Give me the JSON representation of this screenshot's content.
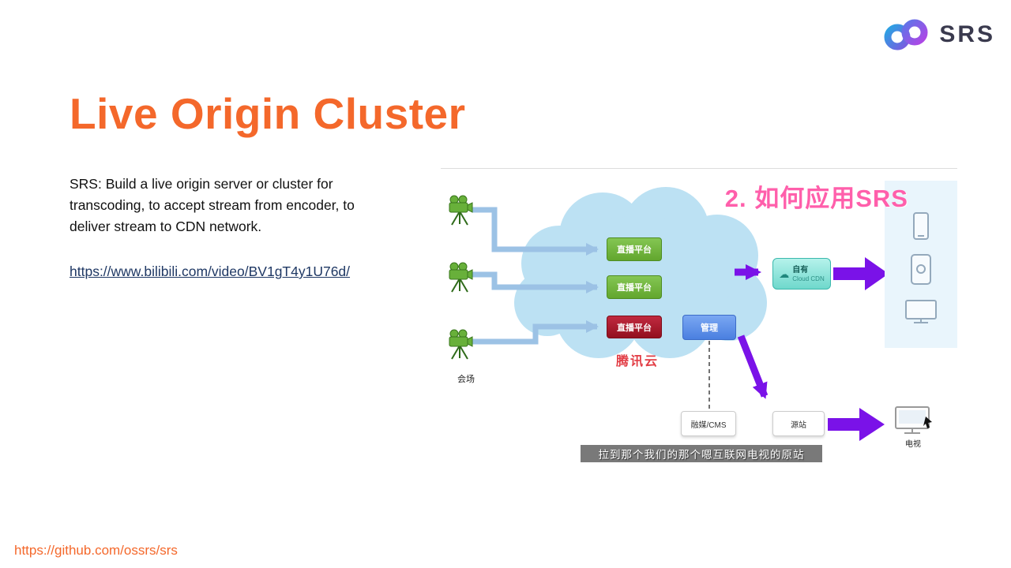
{
  "logo": {
    "brand": "SRS"
  },
  "slide": {
    "title": "Live Origin Cluster",
    "body": "SRS: Build a live origin server or cluster for transcoding, to accept stream from encoder, to deliver stream to CDN network.",
    "video_link": "https://www.bilibili.com/video/BV1gT4y1U76d/",
    "footer_link": "https://github.com/ossrs/srs"
  },
  "diagram": {
    "heading": "2. 如何应用SRS",
    "venue_label": "会场",
    "cloud_label": "腾讯云",
    "platform_boxes": [
      "直播平台",
      "直播平台",
      "直播平台"
    ],
    "manage_label": "管理",
    "cdn_line1": "自有",
    "cdn_line2": "Cloud CDN",
    "cdn_cloud_glyph": "☁",
    "cms_label": "融媒/CMS",
    "origin_label": "源站",
    "tv_label": "电视",
    "caption": "拉到那个我们的那个嗯互联网电视的原站"
  },
  "colors": {
    "accent_orange": "#F4682B",
    "link_blue": "#1F3864",
    "heading_pink": "#FF5FAB",
    "purple_arrow": "#7A12E8",
    "light_blue_arrow": "#9CC2E5",
    "green_box": "#6FB53A",
    "red_box": "#A91C30",
    "blue_box": "#5B8FE8",
    "teal_box": "#8BE8DF",
    "cloud_fill": "#BCE1F3",
    "tencent_red": "#E23C44"
  }
}
